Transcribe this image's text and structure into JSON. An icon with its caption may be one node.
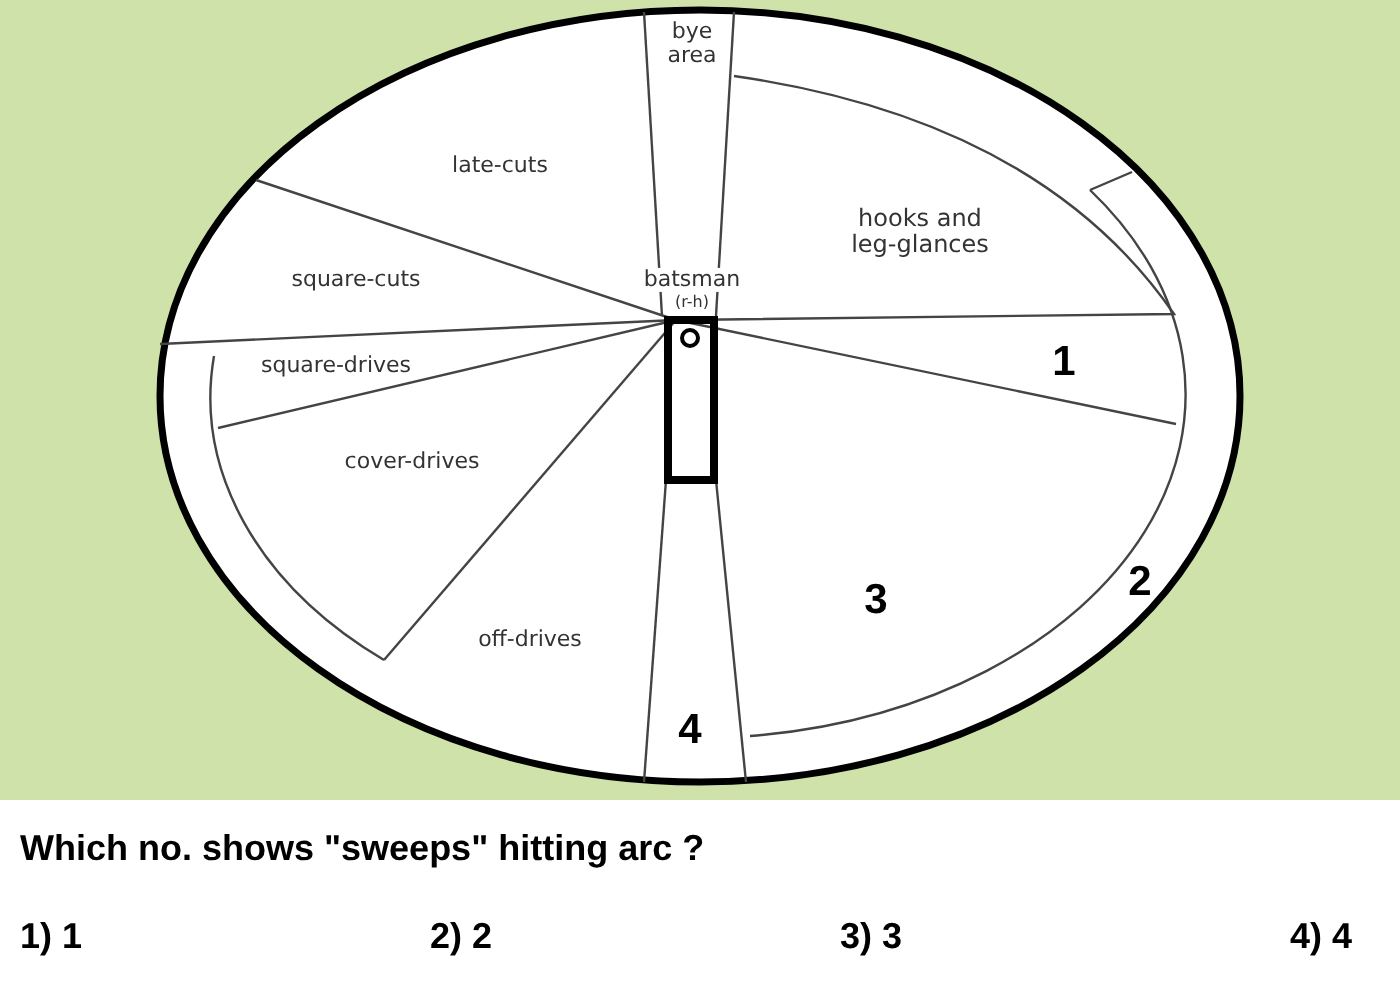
{
  "diagram": {
    "labels": [
      "bye area",
      "late-cuts",
      "hooks and leg-glances",
      "batsman",
      "(r-h)",
      "square-cuts",
      "square-drives",
      "1",
      "cover-drives",
      "2",
      "3",
      "off-drives",
      "4",
      "Which no. shows \"sweeps\" hitting arc ?",
      "1) 1",
      "2) 2",
      "3) 3",
      "4) 4"
    ]
  }
}
